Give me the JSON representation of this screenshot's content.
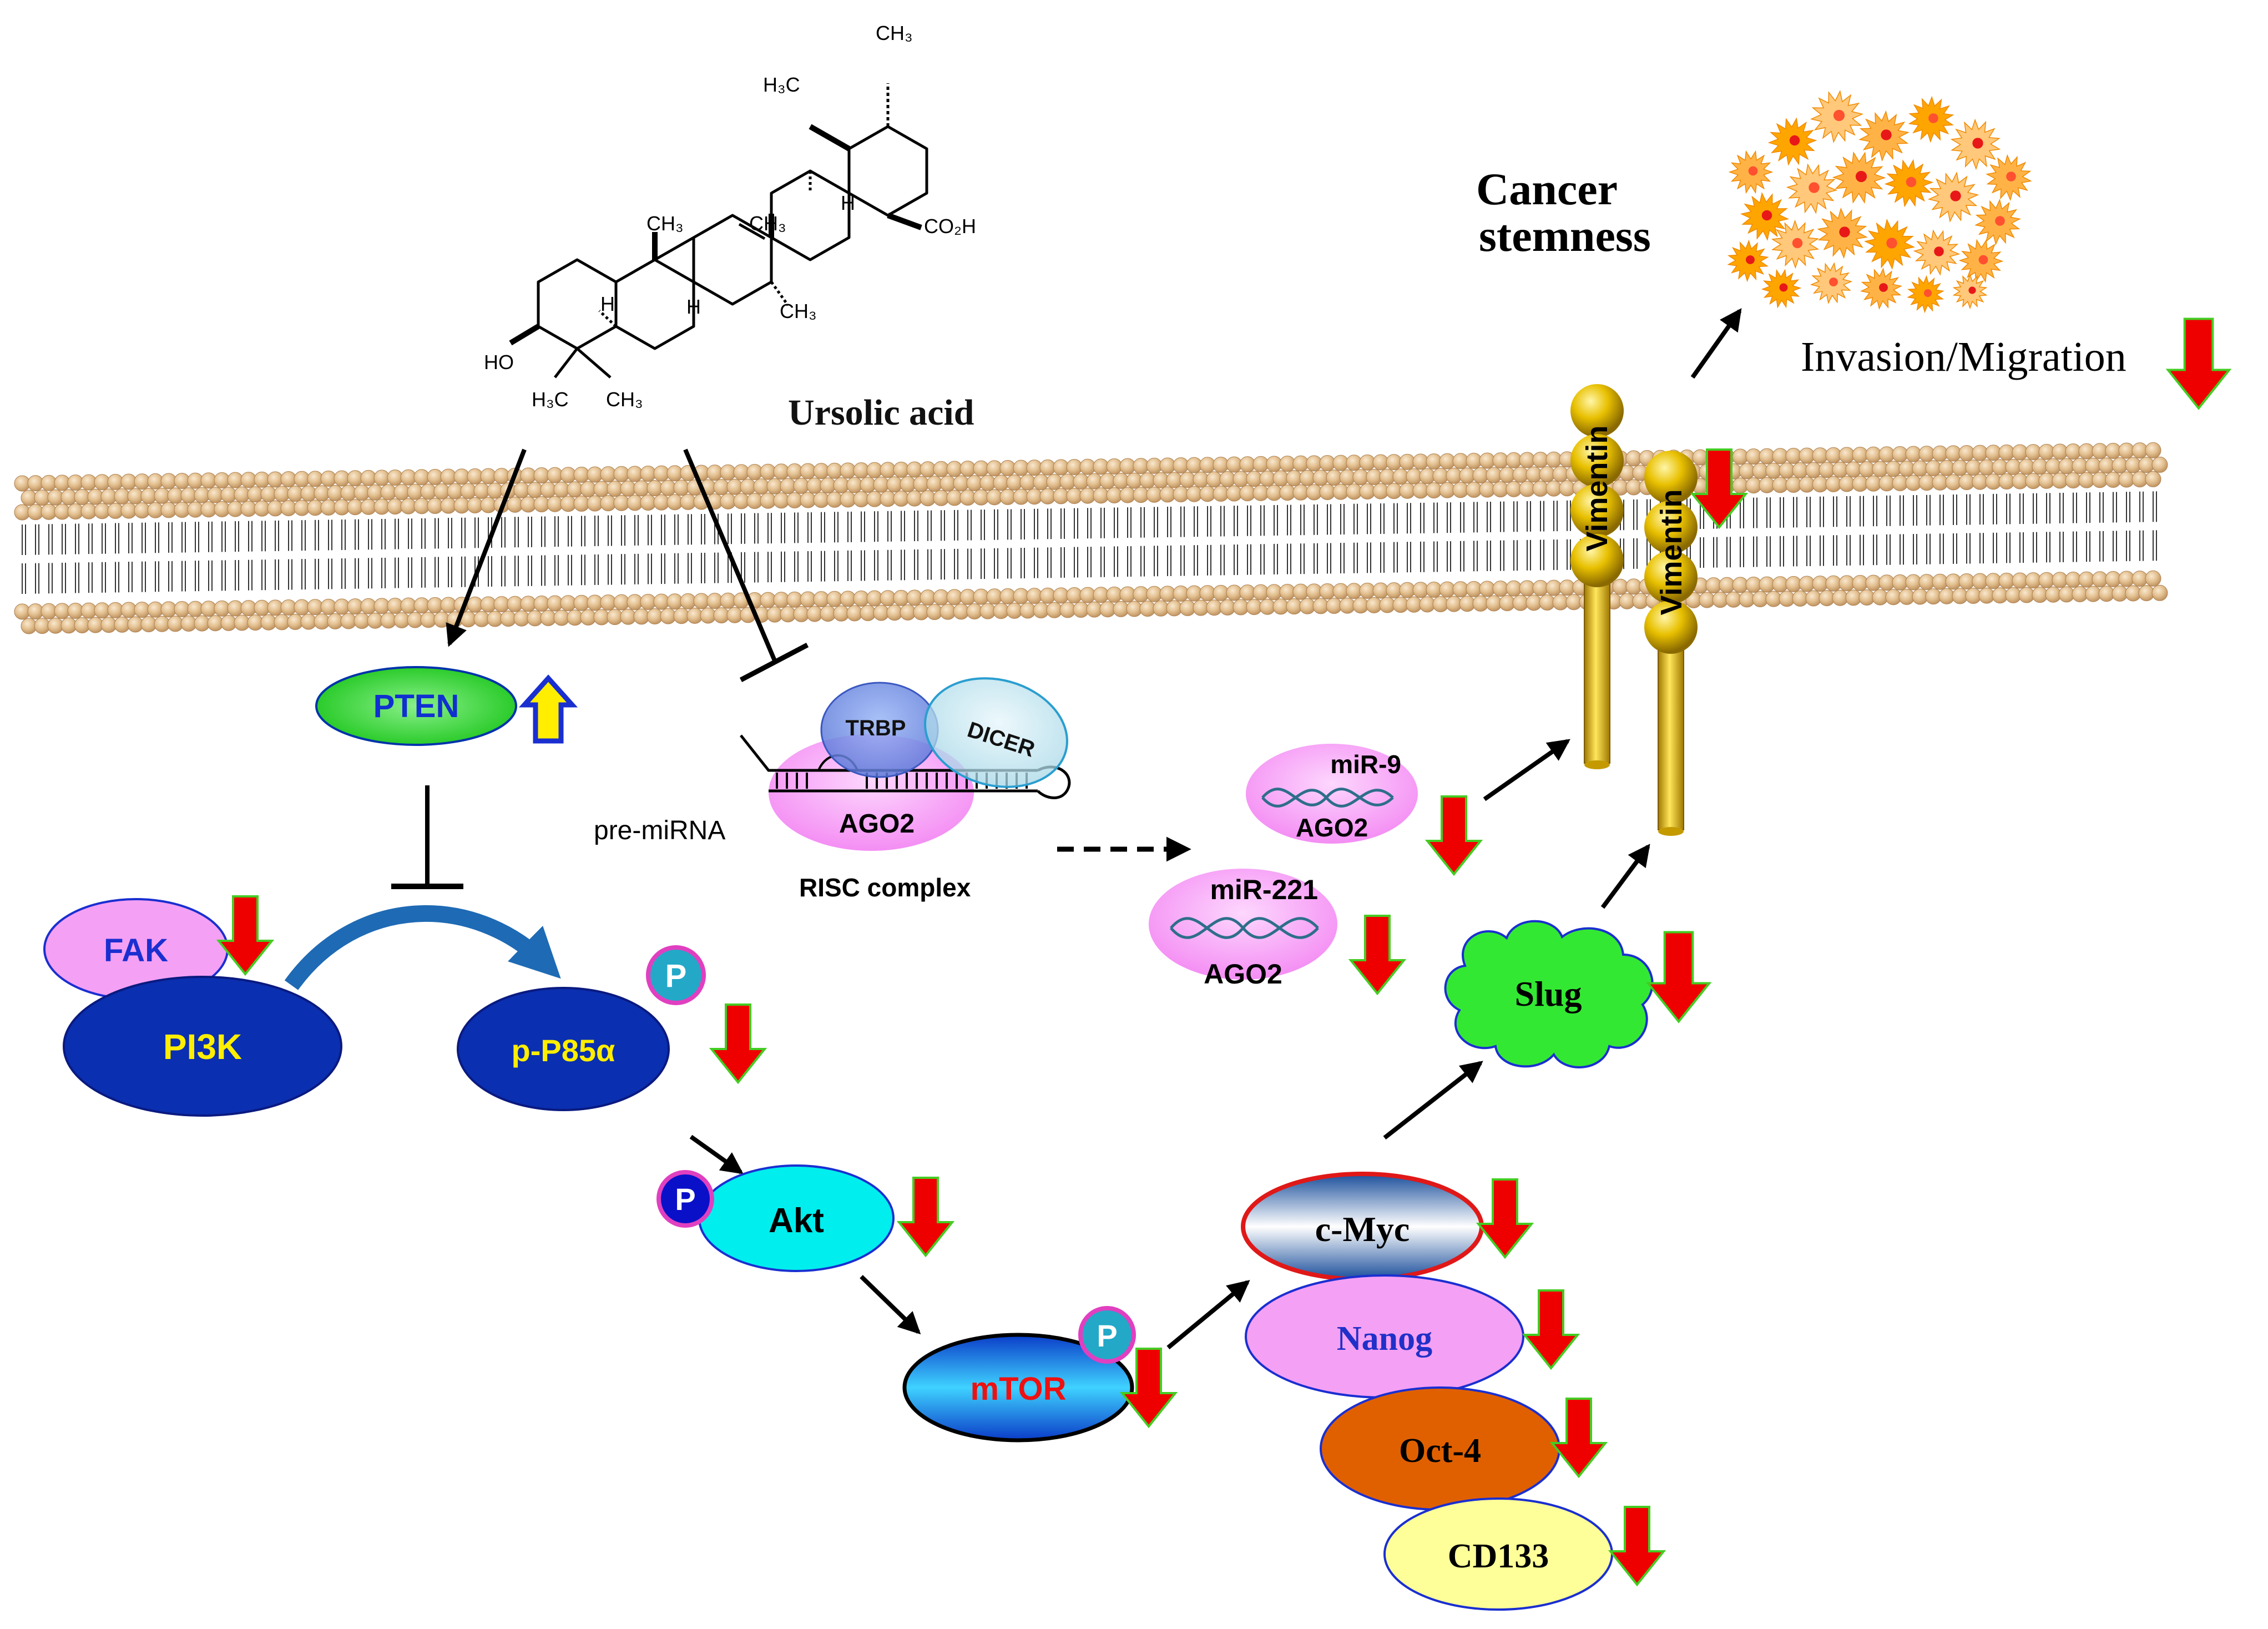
{
  "molecule": {
    "name": "Ursolic acid",
    "substituents": {
      "methyl_top": "CH₃",
      "methyl_left": "H₃C",
      "co2h": "CO₂H",
      "h_upper": "H",
      "ch3_c10": "CH₃",
      "ch3_c8": "CH₃",
      "ch3_c14": "CH₃",
      "h_c5": "H",
      "h_c9": "H",
      "ho": "HO",
      "gem_left": "H₃C",
      "gem_right": "CH₃"
    }
  },
  "nodes": {
    "pten": "PTEN",
    "fak": "FAK",
    "pi3k": "PI3K",
    "p85": "p-P85α",
    "akt": "Akt",
    "mtor": "mTOR",
    "cmyc": "c-Myc",
    "nanog": "Nanog",
    "oct4": "Oct-4",
    "cd133": "CD133",
    "slug": "Slug",
    "trbp": "TRBP",
    "dicer": "DICER",
    "ago2_risc": "AGO2",
    "pre_mirna": "pre-miRNA",
    "risc": "RISC complex",
    "mir9": "miR-9",
    "mir9_ago2": "AGO2",
    "mir221": "miR-221",
    "mir221_ago2": "AGO2",
    "vimentin_1": "Vimentin",
    "vimentin_2": "Vimentin",
    "phospho": "P"
  },
  "outcomes": {
    "cancer_stemness_line1": "Cancer",
    "cancer_stemness_line2": "stemness",
    "invasion": "Invasion/Migration"
  },
  "colors": {
    "pten": "#22dd22",
    "fak": "#f4a0f4",
    "pi3k": "#0a2fb0",
    "p85": "#0a2fb0",
    "akt": "#00eeee",
    "mtor": "#1f9ce8",
    "nanog": "#f4a0f4",
    "oct4": "#e06000",
    "cd133": "#ffff99",
    "slug": "#33e833",
    "ago2": "#f6a6f6",
    "down_arrow": "#ee0000",
    "up_arrow": "#ffee00"
  }
}
